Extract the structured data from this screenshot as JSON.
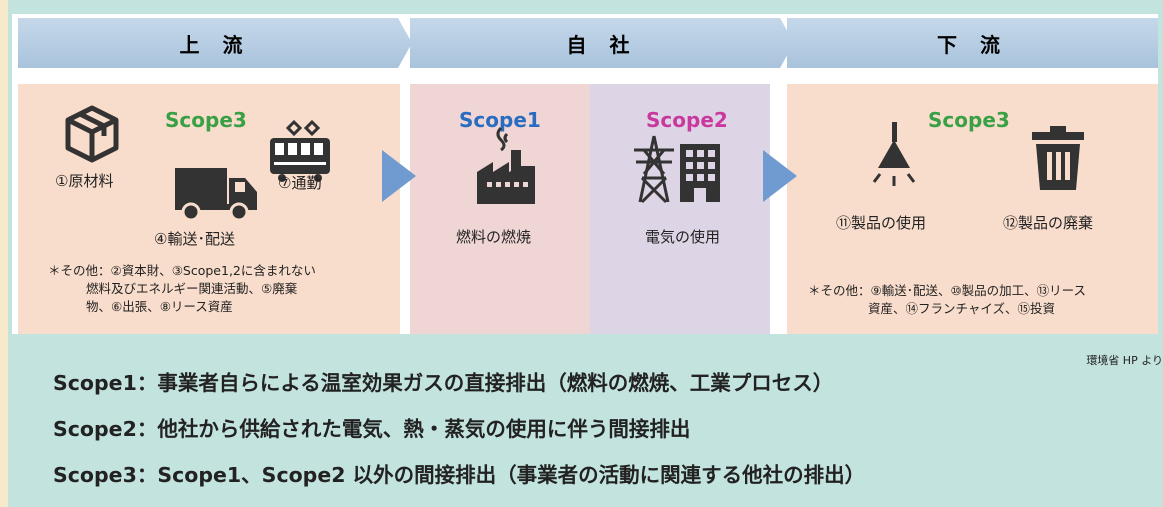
{
  "headers": {
    "upstream": "上 流",
    "company": "自 社",
    "downstream": "下 流"
  },
  "upstream": {
    "scope": "Scope3",
    "items": {
      "raw": "①原材料",
      "commute": "⑦通勤",
      "transport": "④輸送･配送"
    },
    "note": [
      "＊その他：②資本財、③Scope1,2に含まれない",
      "燃料及びエネルギー関連活動、⑤廃棄",
      "物、⑥出張、⑧リース資産"
    ]
  },
  "company": {
    "scope1": {
      "label": "Scope1",
      "item": "燃料の燃焼"
    },
    "scope2": {
      "label": "Scope2",
      "item": "電気の使用"
    }
  },
  "downstream": {
    "scope": "Scope3",
    "items": {
      "use": "⑪製品の使用",
      "dispose": "⑫製品の廃棄"
    },
    "note": [
      "＊その他：⑨輸送･配送、⑩製品の加工、⑬リース",
      "資産、⑭フランチャイズ、⑮投資"
    ]
  },
  "credit": "環境省 HP より",
  "definitions": {
    "scope1": "Scope1：事業者自らによる温室効果ガスの直接排出（燃料の燃焼、工業プロセス）",
    "scope2": "Scope2：他社から供給された電気、熱・蒸気の使用に伴う間接排出",
    "scope3": "Scope3：Scope1、Scope2 以外の間接排出（事業者の活動に関連する他社の排出）"
  },
  "colors": {
    "frame": "#c3e3df",
    "header": "#a9c3dc",
    "scope3": "#3aa046",
    "scope1": "#2a6cc1",
    "scope2": "#c9399d",
    "arrow": "#6f9bd0"
  }
}
